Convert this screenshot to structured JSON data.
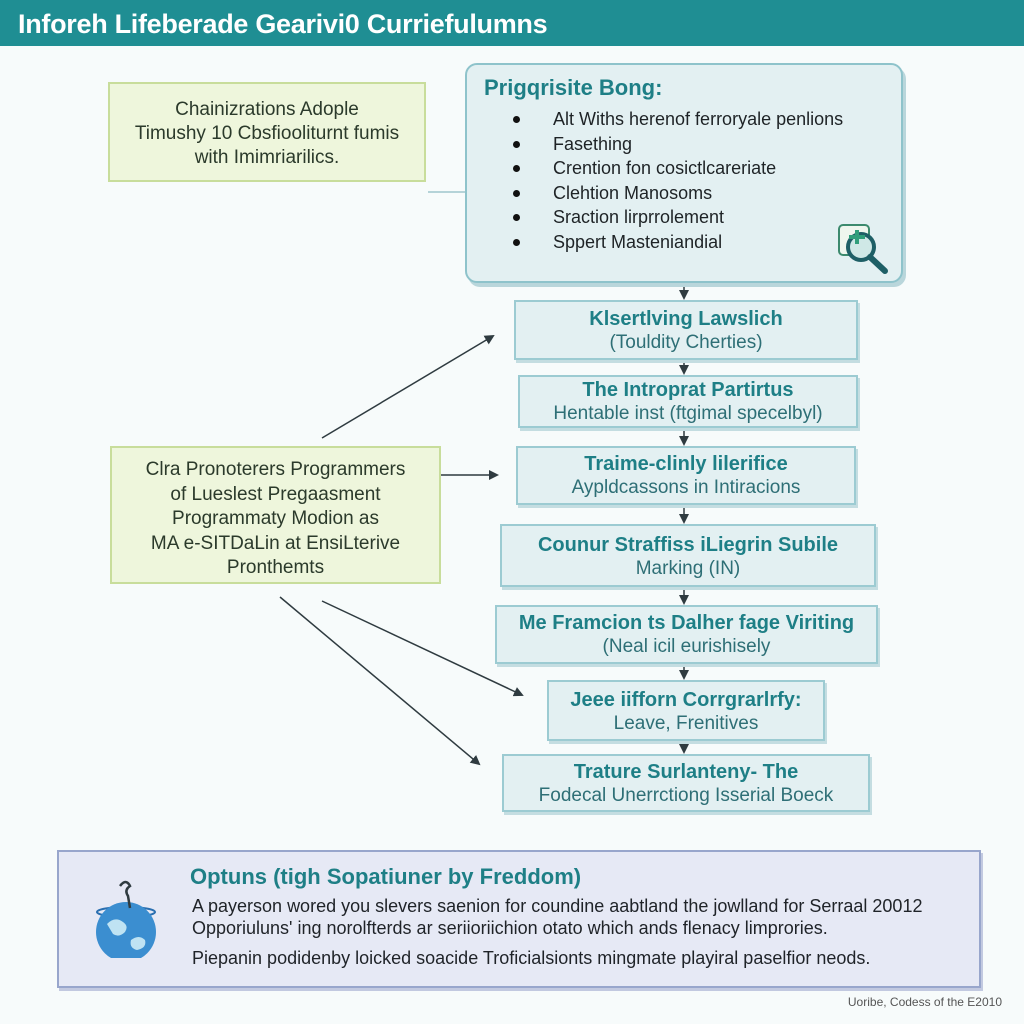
{
  "header": {
    "title": "Inforeh Lifeberade Gearivi0 Curriefulumns",
    "color": "#1f8e93"
  },
  "note_box": {
    "lines": [
      "Chainizrations Adople",
      "Timushy 10 Cbsfiooliturnt fumis",
      "with Imimriarilics."
    ]
  },
  "feature_panel": {
    "heading": "Prigqrisite Bong:",
    "items": [
      "Alt Withs herenof ferroryale penlions",
      "Fasething",
      "Crention fon cosictlcareriate",
      "Clehtion Manosoms",
      "Sraction lirprrolement",
      "Sppert Masteniandial"
    ],
    "icon": "magnifier-icon"
  },
  "program_box": {
    "lines": [
      "Clra Pronoterers Programmers",
      "of Lueslest Pregaasment",
      "Programmaty Modion as",
      "MA e-SITDaLin at EnsiLterive",
      "Pronthemts"
    ]
  },
  "steps": [
    {
      "title": "Klsertlving Lawslich",
      "subtitle": "(Touldity Cherties)"
    },
    {
      "title": "The Introprat Partirtus",
      "subtitle": "Hentable inst (ftgimal specelbyl)"
    },
    {
      "title": "Traime-clinly lilerifice",
      "subtitle": "Aypldcassons in Intiracions"
    },
    {
      "title": "Counur Straffiss iLiegrin Subile",
      "subtitle": "Marking (IN)"
    },
    {
      "title": "Me Framcion ts Dalher fage Viriting",
      "subtitle": "(Neal icil eurishisely"
    },
    {
      "title": "Jeee iifforn Corrgrarlrfy:",
      "subtitle": "Leave, Frenitives"
    },
    {
      "title": "Trature Surlanteny- The",
      "subtitle": "Fodecal Unerrctiong Isserial Boeck"
    }
  ],
  "options_panel": {
    "title": "Optuns (tigh Sopatiuner by Freddom)",
    "lines": [
      "A payerson wored you slevers saenion for coundine aabtland the jowlland for Serraal 20012",
      "Opporiuluns' ing norolfterds ar seriioriichion otato which ands flenacy limprories.",
      "Piepanin podidenby loicked soacide Troficialsionts mingmate playiral paselfior neods."
    ],
    "icon": "globe-icon"
  },
  "footer": {
    "credit": "Uoribe, Codess of the E2010"
  }
}
